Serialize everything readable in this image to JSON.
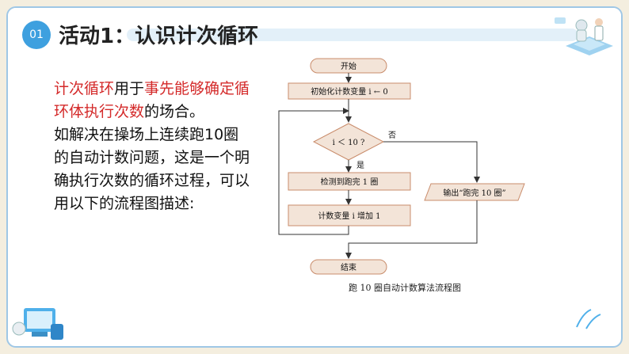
{
  "header": {
    "badge": "01",
    "title": "活动1：认识计次循环"
  },
  "intro": {
    "highlight1": "计次循环",
    "text1": "用于",
    "highlight2": "事先能够确定循环体执行次数",
    "text2": "的场合。",
    "text3": "如解决在操场上连续跑10圈的自动计数问题，这是一个明确执行次数的循环过程，可以用以下的流程图描述:"
  },
  "flowchart": {
    "start": "开始",
    "init": "初始化计数变量 i ← 0",
    "condition": "i ＜ 10 ?",
    "yes": "是",
    "no": "否",
    "check": "检测到跑完 1 圈",
    "increment": "计数变量 i 增加 1",
    "output": "输出“跑完 10 圈”",
    "end": "结束",
    "caption": "跑 10 圈自动计数算法流程图"
  },
  "colors": {
    "accent_blue": "#3ea0df",
    "highlight_red": "#d42a2a",
    "box_fill": "#f3e4d8",
    "box_stroke": "#c98c6b"
  }
}
